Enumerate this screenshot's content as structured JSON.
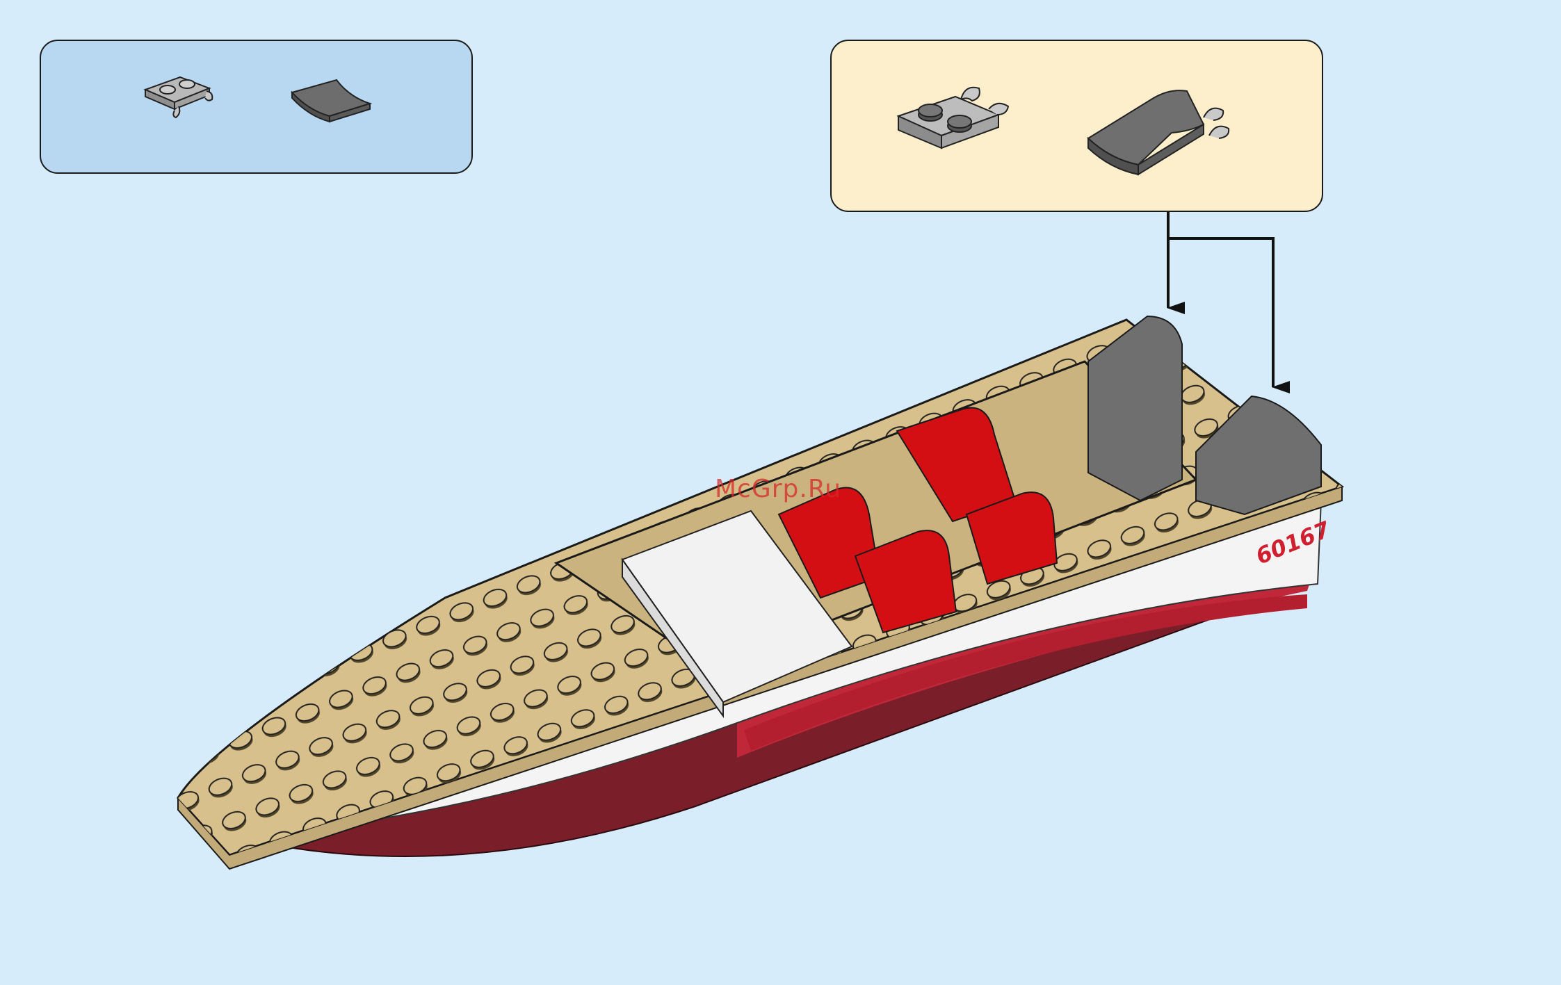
{
  "page": {
    "background": "#d6ecfb"
  },
  "parts_list": {
    "background": "#b8d8f2",
    "items": [
      {
        "icon": "plate-with-clips-icon",
        "color": "light-bluish-gray"
      },
      {
        "icon": "curved-slope-brick-icon",
        "color": "dark-bluish-gray"
      }
    ]
  },
  "step_callout": {
    "background": "#fdefcc",
    "items": [
      {
        "icon": "plate-with-clips-icon",
        "color": "light-bluish-gray"
      },
      {
        "icon": "curved-slope-brick-icon",
        "color": "dark-bluish-gray"
      }
    ],
    "arrow_count": 2
  },
  "model": {
    "icon": "speedboat-model-icon",
    "hull_label": "60167",
    "colors": {
      "deck": "#d7c08c",
      "hull_dark": "#7a1f2a",
      "hull_red": "#c0283a",
      "hull_white": "#f4f4f4",
      "seats": "#d40f14",
      "engines": "#6f6f6f"
    }
  },
  "watermark": {
    "text": "McGrp.Ru"
  }
}
